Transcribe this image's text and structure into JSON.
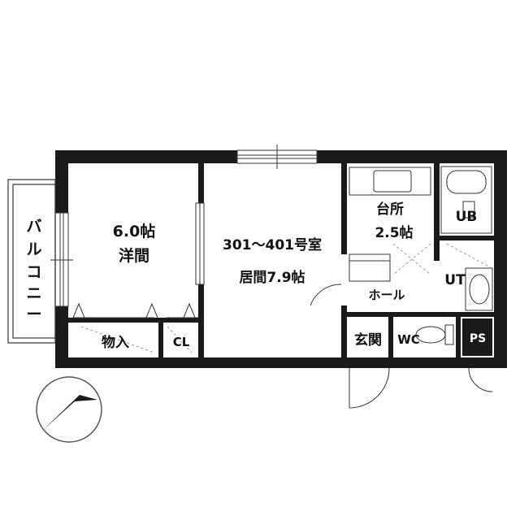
{
  "rooms": {
    "western_room": {
      "size": "6.0帖",
      "name": "洋間"
    },
    "living": {
      "units": "301～401号室",
      "name_size": "居間7.9帖"
    },
    "kitchen": {
      "name": "台所",
      "size": "2.5帖"
    },
    "bath": "UB",
    "utility": "UT",
    "hall": "ホール",
    "entrance": "玄関",
    "toilet": "WC",
    "storage": "物入",
    "closet": "CL",
    "pipe_space": "PS",
    "balcony": [
      "バ",
      "ル",
      "コ",
      "ニ",
      "ー"
    ]
  },
  "colors": {
    "wall": "#1a1a1a",
    "line": "#333333",
    "dash": "#888888",
    "floor": "#ffffff"
  }
}
